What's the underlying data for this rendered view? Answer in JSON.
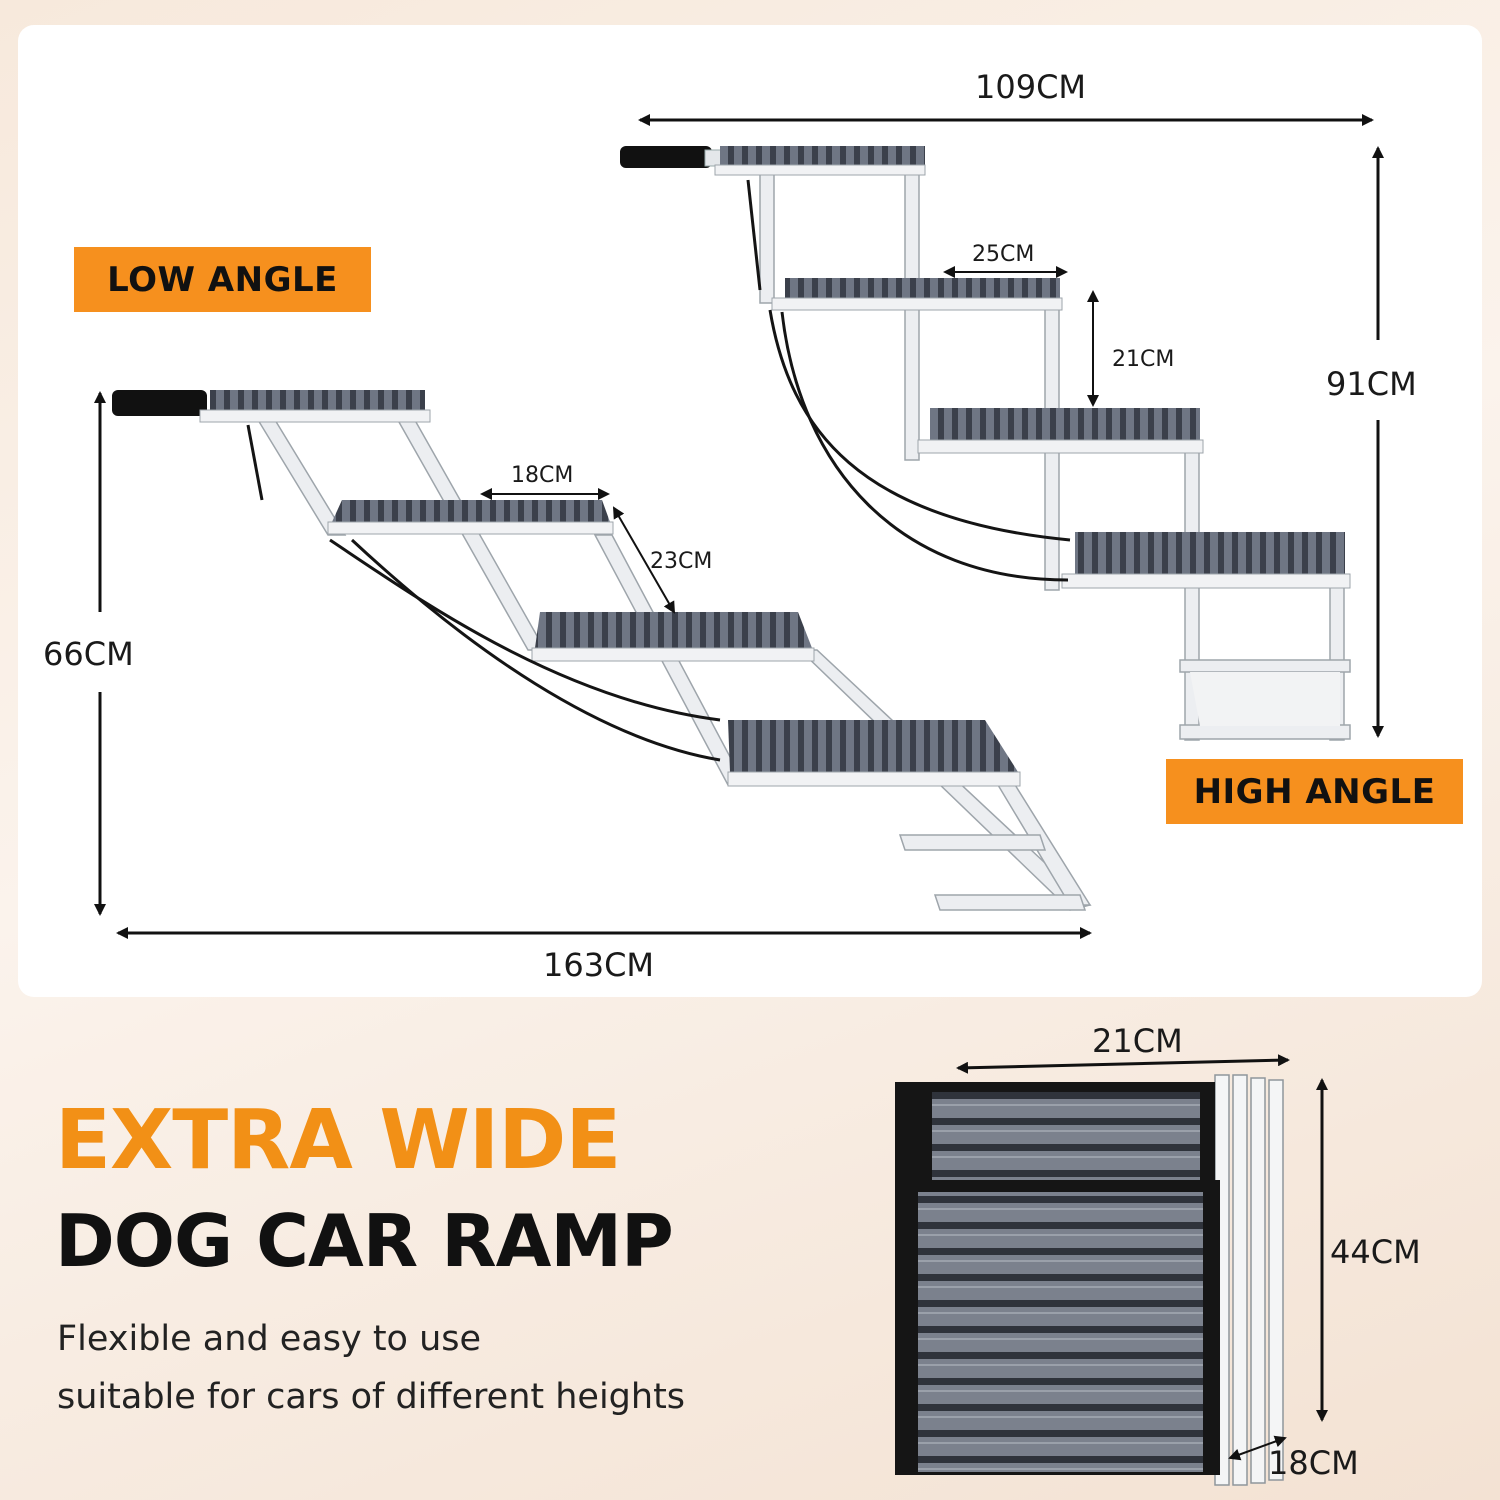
{
  "dimensions": {
    "high_width": "109CM",
    "high_height": "91CM",
    "high_step_depth": "25CM",
    "high_step_rise": "21CM",
    "low_width": "163CM",
    "low_height": "66CM",
    "low_step_depth": "18CM",
    "low_step_rise": "23CM",
    "folded_width": "21CM",
    "folded_height": "44CM",
    "folded_depth": "18CM"
  },
  "badges": {
    "low": "LOW ANGLE",
    "high": "HIGH ANGLE"
  },
  "headline": {
    "line1": "EXTRA WIDE",
    "line2": "DOG CAR RAMP"
  },
  "subtitle": {
    "line1": "Flexible and easy to use",
    "line2": "suitable for cars of different heights"
  },
  "colors": {
    "accent": "#f6901e",
    "carpet": "#5a6170",
    "frame": "#e9ecef"
  }
}
